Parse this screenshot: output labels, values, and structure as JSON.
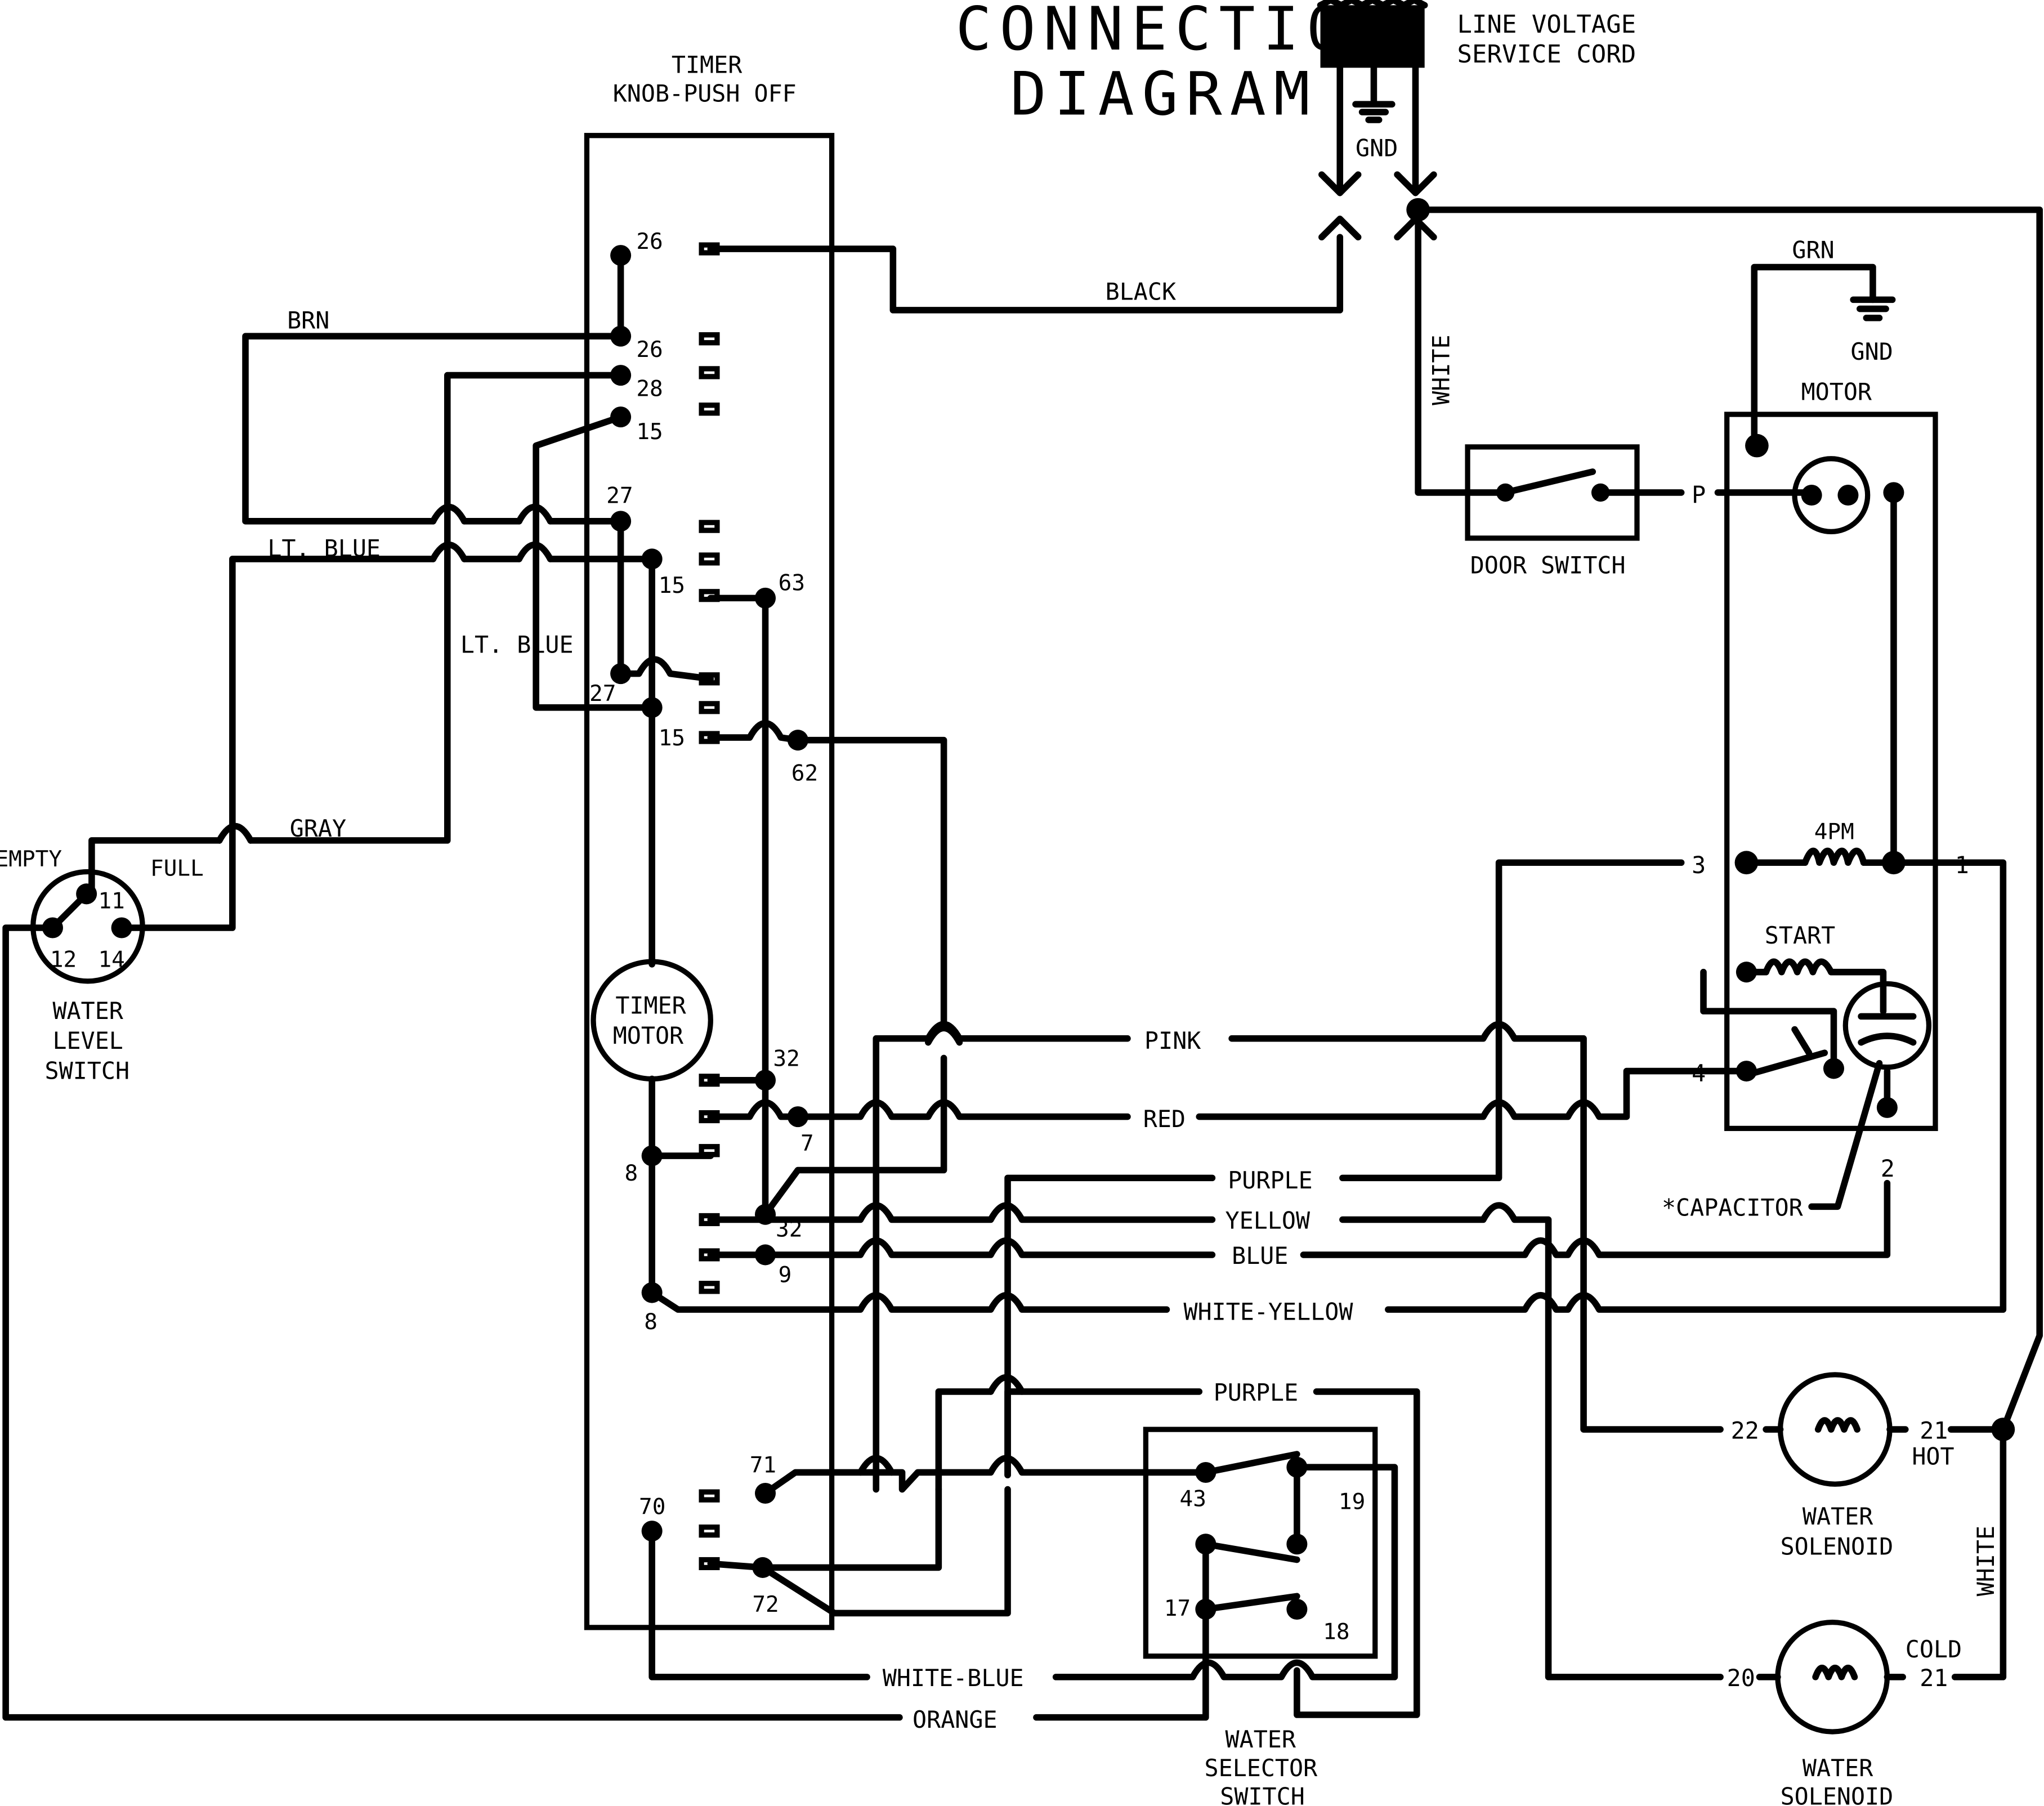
{
  "title": {
    "line1": "CONNECTION",
    "line2": "DIAGRAM"
  },
  "cord": {
    "line1": "LINE VOLTAGE",
    "line2": "SERVICE CORD",
    "gnd": "GND"
  },
  "timer": {
    "title_line1": "TIMER",
    "title_line2": "KNOB-PUSH OFF",
    "motor_line1": "TIMER",
    "motor_line2": "MOTOR",
    "terminals": [
      "26",
      "26",
      "28",
      "15",
      "27",
      "15",
      "63",
      "27",
      "15",
      "62",
      "32",
      "7",
      "8",
      "32",
      "9",
      "8",
      "71",
      "70",
      "72"
    ]
  },
  "wires": {
    "black": "BLACK",
    "brn": "BRN",
    "lt_blue_1": "LT. BLUE",
    "lt_blue_2": "LT. BLUE",
    "gray": "GRAY",
    "white_top": "WHITE",
    "pink": "PINK",
    "red": "RED",
    "purple_1": "PURPLE",
    "yellow": "YELLOW",
    "blue": "BLUE",
    "white_yellow": "WHITE-YELLOW",
    "purple_2": "PURPLE",
    "white_blue": "WHITE-BLUE",
    "orange": "ORANGE",
    "white_right": "WHITE",
    "grn": "GRN"
  },
  "water_level_switch": {
    "empty": "EMPTY",
    "full": "FULL",
    "t11": "11",
    "t12": "12",
    "t14": "14",
    "line1": "WATER",
    "line2": "LEVEL",
    "line3": "SWITCH"
  },
  "door_switch": {
    "label": "DOOR SWITCH",
    "p": "P"
  },
  "motor": {
    "label": "MOTOR",
    "gnd": "GND",
    "t3": "3",
    "t1": "1",
    "t4": "4",
    "t2": "2",
    "fourpm": "4PM",
    "start": "START",
    "capacitor": "*CAPACITOR"
  },
  "hot_solenoid": {
    "t22": "22",
    "t21": "21",
    "hot": "HOT",
    "line1": "WATER",
    "line2": "SOLENOID"
  },
  "cold_solenoid": {
    "t20": "20",
    "t21": "21",
    "cold": "COLD",
    "line1": "WATER",
    "line2": "SOLENOID"
  },
  "selector": {
    "t43": "43",
    "t19": "19",
    "t17": "17",
    "t18": "18",
    "line1": "WATER",
    "line2": "SELECTOR",
    "line3": "SWITCH"
  }
}
